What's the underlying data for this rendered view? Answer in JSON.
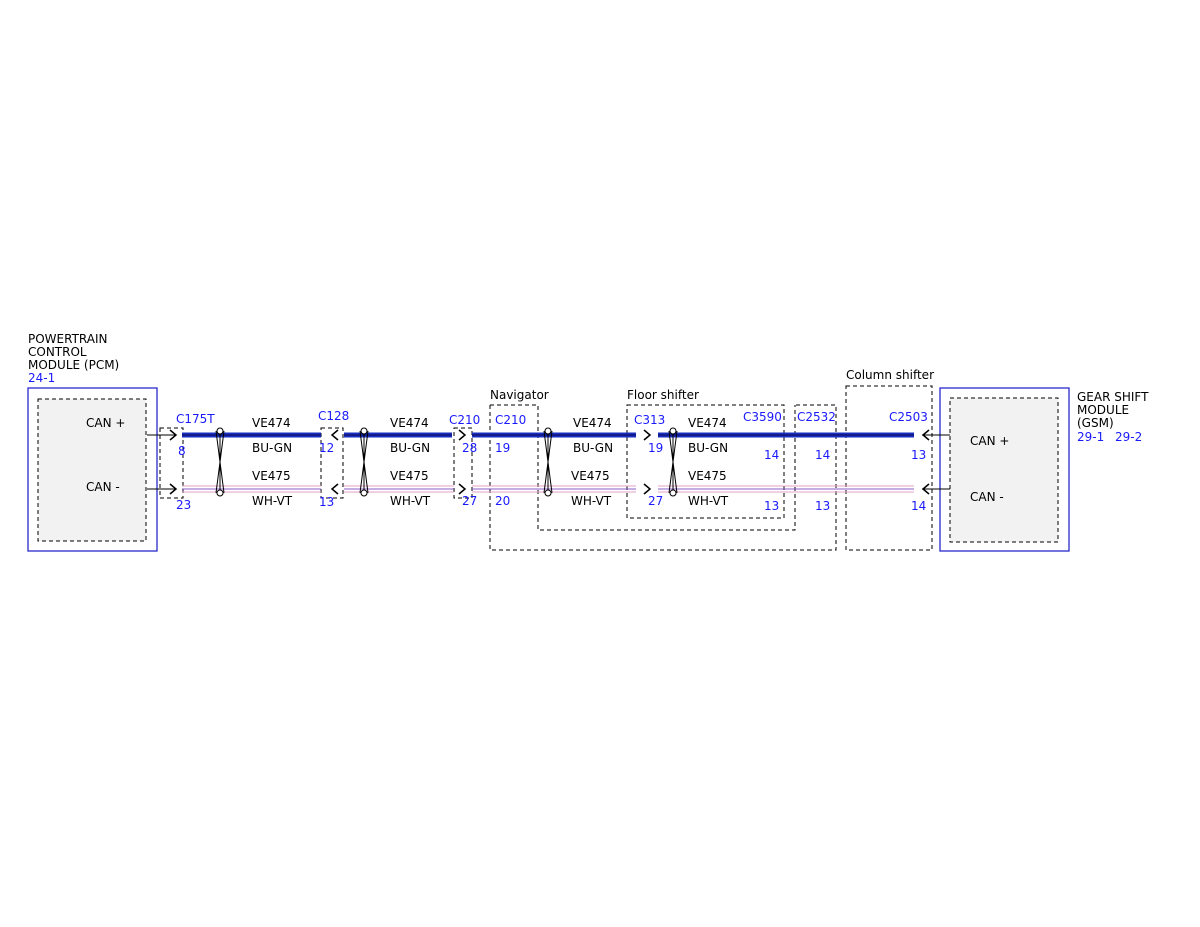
{
  "colors": {
    "can_high_wire": "#1a2fbf",
    "can_low_wire_pink": "#e6a0c8",
    "can_low_wire_violet": "#8a5cc8",
    "connector_text": "#1a1aff",
    "module_border": "#2a2acc",
    "module_fill": "#f2f2f2"
  },
  "pcm": {
    "name_lines": [
      "POWERTRAIN",
      "CONTROL",
      "MODULE (PCM)"
    ],
    "ref": "24-1",
    "pin_high": "CAN +",
    "pin_low": "CAN -"
  },
  "gsm": {
    "name_lines": [
      "GEAR SHIFT",
      "MODULE",
      "(GSM)"
    ],
    "ref1": "29-1",
    "ref2": "29-2",
    "pin_high": "CAN +",
    "pin_low": "CAN -"
  },
  "groups": {
    "navigator": "Navigator",
    "floor_shifter": "Floor shifter",
    "column_shifter": "Column shifter"
  },
  "connectors": {
    "c175t": {
      "name": "C175T",
      "pin_high": "8",
      "pin_low": "23"
    },
    "c128": {
      "name": "C128",
      "pin_high": "12",
      "pin_low": "13"
    },
    "c210_a": {
      "name": "C210",
      "pin_high": "28",
      "pin_low": "27"
    },
    "c210_b": {
      "name": "C210",
      "pin_high": "19",
      "pin_low": "20"
    },
    "c313": {
      "name": "C313",
      "pin_high": "19",
      "pin_low": "27"
    },
    "c3590": {
      "name": "C3590",
      "pin_high": "14",
      "pin_low": "13"
    },
    "c2532": {
      "name": "C2532",
      "pin_high": "14",
      "pin_low": "13"
    },
    "c2503": {
      "name": "C2503",
      "pin_high": "13",
      "pin_low": "14"
    }
  },
  "wires": {
    "seg1": {
      "high_circuit": "VE474",
      "high_color": "BU-GN",
      "low_circuit": "VE475",
      "low_color": "WH-VT"
    },
    "seg2": {
      "high_circuit": "VE474",
      "high_color": "BU-GN",
      "low_circuit": "VE475",
      "low_color": "WH-VT"
    },
    "seg3": {
      "high_circuit": "VE474",
      "high_color": "BU-GN",
      "low_circuit": "VE475",
      "low_color": "WH-VT"
    },
    "seg4": {
      "high_circuit": "VE474",
      "high_color": "BU-GN",
      "low_circuit": "VE475",
      "low_color": "WH-VT"
    }
  }
}
